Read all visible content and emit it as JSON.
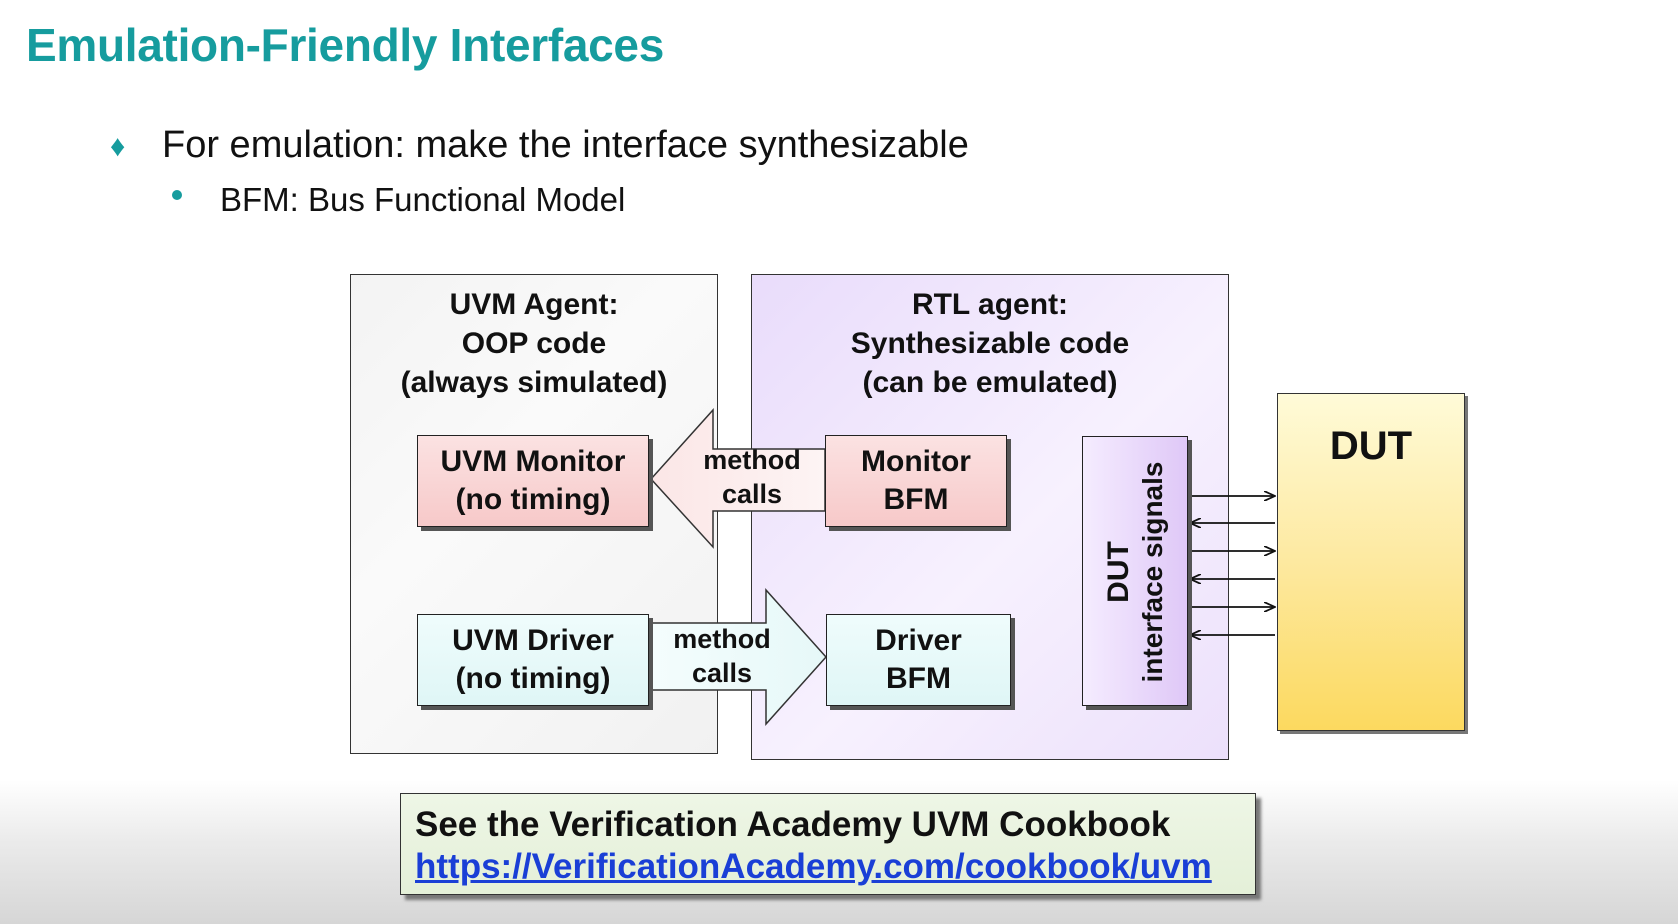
{
  "slide": {
    "title": "Emulation-Friendly Interfaces",
    "bullet1": "For emulation: make the interface synthesizable",
    "bullet2": "BFM: Bus Functional Model"
  },
  "uvm_agent": {
    "heading": [
      "UVM Agent:",
      "OOP code",
      "(always simulated)"
    ],
    "monitor": [
      "UVM Monitor",
      "(no timing)"
    ],
    "driver": [
      "UVM Driver",
      "(no timing)"
    ]
  },
  "rtl_agent": {
    "heading": [
      "RTL agent:",
      "Synthesizable code",
      "(can be emulated)"
    ],
    "monitor_bfm": [
      "Monitor",
      "BFM"
    ],
    "driver_bfm": [
      "Driver",
      "BFM"
    ],
    "dut_interface": [
      "DUT",
      "interface signals"
    ]
  },
  "arrows": {
    "monitor_label": [
      "method",
      "calls"
    ],
    "driver_label": [
      "method",
      "calls"
    ]
  },
  "dut": {
    "label": "DUT"
  },
  "cookbook": {
    "text": "See the Verification Academy UVM Cookbook",
    "link": "https://VerificationAcademy.com/cookbook/uvm"
  },
  "colors": {
    "accent": "#169c9e",
    "link": "#1a3fd6",
    "pink_block": "#f7c9c9",
    "cyan_block": "#dff6f6",
    "rtl_background": "#efe4fc",
    "dut_yellow": "#fcd95f"
  }
}
